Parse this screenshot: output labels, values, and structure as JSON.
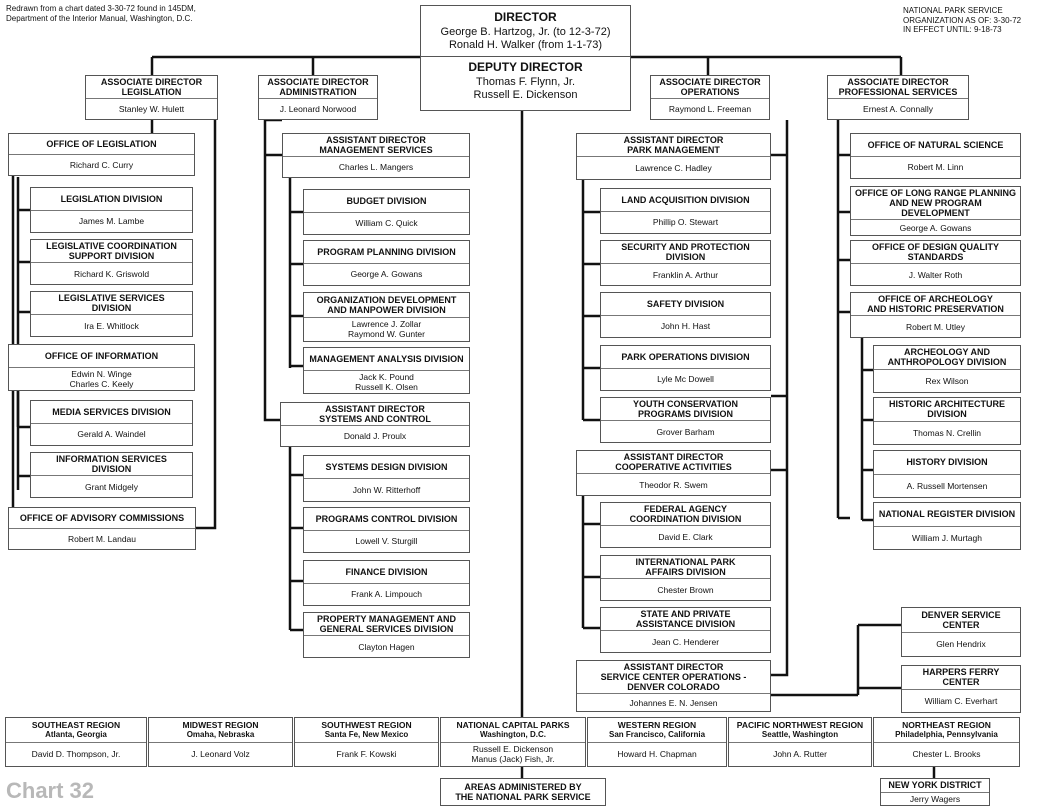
{
  "header": {
    "source_lines": [
      "Redrawn from a chart dated 3-30-72 found in 145DM,",
      "Department of the Interior Manual, Washington, D.C."
    ],
    "org_lines": [
      "NATIONAL PARK SERVICE",
      "ORGANIZATION AS OF: 3-30-72",
      "IN EFFECT UNTIL: 9-18-73"
    ]
  },
  "chart_label": "Chart 32",
  "director": {
    "title": "DIRECTOR",
    "names": [
      "George B. Hartzog, Jr. (to 12-3-72)",
      "Ronald H. Walker (from 1-1-73)"
    ],
    "deputy_title": "DEPUTY DIRECTOR",
    "deputy_names": [
      "Thomas F. Flynn, Jr.",
      "Russell E. Dickenson"
    ]
  },
  "associates": [
    {
      "title": [
        "ASSOCIATE DIRECTOR",
        "LEGISLATION"
      ],
      "names": [
        "Stanley W. Hulett"
      ]
    },
    {
      "title": [
        "ASSOCIATE DIRECTOR",
        "ADMINISTRATION"
      ],
      "names": [
        "J. Leonard Norwood"
      ]
    },
    {
      "title": [
        "ASSOCIATE DIRECTOR",
        "OPERATIONS"
      ],
      "names": [
        "Raymond L. Freeman"
      ]
    },
    {
      "title": [
        "ASSOCIATE DIRECTOR",
        "PROFESSIONAL SERVICES"
      ],
      "names": [
        "Ernest A. Connally"
      ]
    }
  ],
  "units": [
    {
      "title": [
        "OFFICE OF LEGISLATION"
      ],
      "names": [
        "Richard C. Curry"
      ]
    },
    {
      "title": [
        "LEGISLATION DIVISION"
      ],
      "names": [
        "James M. Lambe"
      ]
    },
    {
      "title": [
        "LEGISLATIVE COORDINATION",
        "SUPPORT DIVISION"
      ],
      "names": [
        "Richard K. Griswold"
      ]
    },
    {
      "title": [
        "LEGISLATIVE SERVICES",
        "DIVISION"
      ],
      "names": [
        "Ira E. Whitlock"
      ]
    },
    {
      "title": [
        "OFFICE OF INFORMATION"
      ],
      "names": [
        "Edwin N. Winge",
        "Charles C. Keely"
      ]
    },
    {
      "title": [
        "MEDIA SERVICES DIVISION"
      ],
      "names": [
        "Gerald A. Waindel"
      ]
    },
    {
      "title": [
        "INFORMATION SERVICES",
        "DIVISION"
      ],
      "names": [
        "Grant Midgely"
      ]
    },
    {
      "title": [
        "OFFICE OF ADVISORY COMMISSIONS"
      ],
      "names": [
        "Robert M. Landau"
      ]
    },
    {
      "title": [
        "ASSISTANT DIRECTOR",
        "MANAGEMENT SERVICES"
      ],
      "names": [
        "Charles L. Mangers"
      ]
    },
    {
      "title": [
        "BUDGET DIVISION"
      ],
      "names": [
        "William C. Quick"
      ]
    },
    {
      "title": [
        "PROGRAM PLANNING DIVISION"
      ],
      "names": [
        "George A. Gowans"
      ]
    },
    {
      "title": [
        "ORGANIZATION DEVELOPMENT",
        "AND MANPOWER DIVISION"
      ],
      "names": [
        "Lawrence J. Zollar",
        "Raymond W. Gunter"
      ]
    },
    {
      "title": [
        "MANAGEMENT ANALYSIS DIVISION"
      ],
      "names": [
        "Jack K. Pound",
        "Russell K. Olsen"
      ]
    },
    {
      "title": [
        "ASSISTANT DIRECTOR",
        "SYSTEMS AND CONTROL"
      ],
      "names": [
        "Donald J. Proulx"
      ]
    },
    {
      "title": [
        "SYSTEMS DESIGN DIVISION"
      ],
      "names": [
        "John W. Ritterhoff"
      ]
    },
    {
      "title": [
        "PROGRAMS CONTROL DIVISION"
      ],
      "names": [
        "Lowell V. Sturgill"
      ]
    },
    {
      "title": [
        "FINANCE DIVISION"
      ],
      "names": [
        "Frank A. Limpouch"
      ]
    },
    {
      "title": [
        "PROPERTY MANAGEMENT AND",
        "GENERAL SERVICES DIVISION"
      ],
      "names": [
        "Clayton Hagen"
      ]
    },
    {
      "title": [
        "ASSISTANT DIRECTOR",
        "PARK MANAGEMENT"
      ],
      "names": [
        "Lawrence C. Hadley"
      ]
    },
    {
      "title": [
        "LAND ACQUISITION DIVISION"
      ],
      "names": [
        "Phillip O. Stewart"
      ]
    },
    {
      "title": [
        "SECURITY AND PROTECTION",
        "DIVISION"
      ],
      "names": [
        "Franklin A. Arthur"
      ]
    },
    {
      "title": [
        "SAFETY DIVISION"
      ],
      "names": [
        "John H. Hast"
      ]
    },
    {
      "title": [
        "PARK OPERATIONS DIVISION"
      ],
      "names": [
        "Lyle Mc Dowell"
      ]
    },
    {
      "title": [
        "YOUTH CONSERVATION",
        "PROGRAMS DIVISION"
      ],
      "names": [
        "Grover Barham"
      ]
    },
    {
      "title": [
        "ASSISTANT DIRECTOR",
        "COOPERATIVE ACTIVITIES"
      ],
      "names": [
        "Theodor R. Swem"
      ]
    },
    {
      "title": [
        "FEDERAL AGENCY",
        "COORDINATION DIVISION"
      ],
      "names": [
        "David E. Clark"
      ]
    },
    {
      "title": [
        "INTERNATIONAL PARK",
        "AFFAIRS DIVISION"
      ],
      "names": [
        "Chester Brown"
      ]
    },
    {
      "title": [
        "STATE AND PRIVATE",
        "ASSISTANCE DIVISION"
      ],
      "names": [
        "Jean C. Henderer"
      ]
    },
    {
      "title": [
        "ASSISTANT DIRECTOR",
        "SERVICE CENTER OPERATIONS -",
        "DENVER COLORADO"
      ],
      "names": [
        "Johannes E. N. Jensen"
      ]
    },
    {
      "title": [
        "DENVER SERVICE CENTER"
      ],
      "names": [
        "Glen Hendrix"
      ]
    },
    {
      "title": [
        "HARPERS FERRY CENTER"
      ],
      "names": [
        "William C. Everhart"
      ]
    },
    {
      "title": [
        "OFFICE OF NATURAL SCIENCE"
      ],
      "names": [
        "Robert M. Linn"
      ]
    },
    {
      "title": [
        "OFFICE OF LONG RANGE PLANNING",
        "AND NEW PROGRAM DEVELOPMENT"
      ],
      "names": [
        "George A. Gowans"
      ]
    },
    {
      "title": [
        "OFFICE OF DESIGN QUALITY",
        "STANDARDS"
      ],
      "names": [
        "J. Walter Roth"
      ]
    },
    {
      "title": [
        "OFFICE OF ARCHEOLOGY",
        "AND HISTORIC PRESERVATION"
      ],
      "names": [
        "Robert M. Utley"
      ]
    },
    {
      "title": [
        "ARCHEOLOGY AND",
        "ANTHROPOLOGY DIVISION"
      ],
      "names": [
        "Rex Wilson"
      ]
    },
    {
      "title": [
        "HISTORIC ARCHITECTURE",
        "DIVISION"
      ],
      "names": [
        "Thomas N. Crellin"
      ]
    },
    {
      "title": [
        "HISTORY DIVISION"
      ],
      "names": [
        "A. Russell Mortensen"
      ]
    },
    {
      "title": [
        "NATIONAL REGISTER DIVISION"
      ],
      "names": [
        "William J. Murtagh"
      ]
    }
  ],
  "regions": [
    {
      "title": [
        "SOUTHEAST REGION",
        "Atlanta, Georgia"
      ],
      "names": [
        "David D. Thompson, Jr."
      ]
    },
    {
      "title": [
        "MIDWEST REGION",
        "Omaha, Nebraska"
      ],
      "names": [
        "J. Leonard Volz"
      ]
    },
    {
      "title": [
        "SOUTHWEST REGION",
        "Santa Fe, New Mexico"
      ],
      "names": [
        "Frank F. Kowski"
      ]
    },
    {
      "title": [
        "NATIONAL CAPITAL PARKS",
        "Washington, D.C."
      ],
      "names": [
        "Russell E. Dickenson",
        "Manus (Jack) Fish, Jr."
      ]
    },
    {
      "title": [
        "WESTERN REGION",
        "San Francisco, California"
      ],
      "names": [
        "Howard H. Chapman"
      ]
    },
    {
      "title": [
        "PACIFIC NORTHWEST REGION",
        "Seattle, Washington"
      ],
      "names": [
        "John A. Rutter"
      ]
    },
    {
      "title": [
        "NORTHEAST REGION",
        "Philadelphia, Pennsylvania"
      ],
      "names": [
        "Chester L. Brooks"
      ]
    }
  ],
  "areas": {
    "title": [
      "AREAS ADMINISTERED BY",
      "THE NATIONAL PARK SERVICE"
    ]
  },
  "new_york": {
    "title": [
      "NEW YORK DISTRICT"
    ],
    "names": [
      "Jerry Wagers"
    ]
  }
}
